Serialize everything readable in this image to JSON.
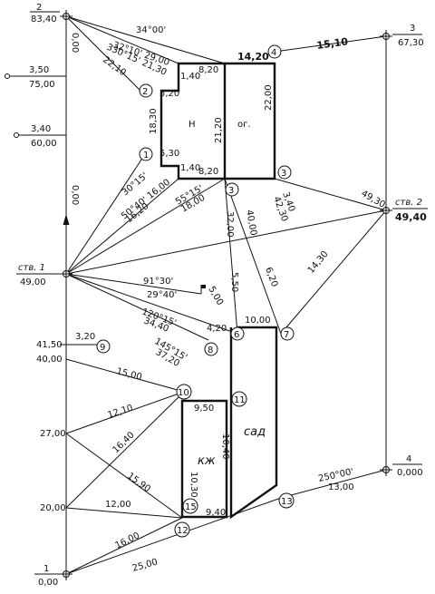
{
  "stations": {
    "s2": {
      "num": "2",
      "val": "83,40"
    },
    "s3": {
      "num": "3",
      "val": "67,30"
    },
    "s4": {
      "num": "4",
      "val": "0,000"
    },
    "s1": {
      "num": "1",
      "val": "0,00"
    },
    "stv1": {
      "name": "ств. 1",
      "val": "49,00"
    },
    "stv2": {
      "name": "ств. 2",
      "val": "49,40"
    }
  },
  "left_marks": [
    {
      "top": "3,50",
      "bottom": "75,00"
    },
    {
      "top": "3,40",
      "bottom": "60,00"
    }
  ],
  "ordinates": [
    "41,50",
    "40,00",
    "27,00",
    "20,00"
  ],
  "point_labels": {
    "p1": "1",
    "p2": "2",
    "p3a": "3",
    "p3b": "3",
    "p4": "4",
    "p6": "6",
    "p7": "7",
    "p8": "8",
    "p9": "9",
    "p10": "10",
    "p11": "11",
    "p12": "12",
    "p13": "13",
    "p15": "15"
  },
  "building_labels": {
    "house": "Н",
    "og": "ог.",
    "kzh": "кж",
    "sad": "сад"
  },
  "measurements": {
    "m1": "34°00'",
    "m2": "32°10' 29,00",
    "m3": "330°15' 21,30",
    "m4": "22,10",
    "m5": "0,00",
    "m6": "14,20",
    "m7": "15,10",
    "m8": "1,40",
    "m9": "8,20",
    "m10": "5,20",
    "m11": "18,30",
    "m12": "21,20",
    "m13": "22,00",
    "m14": "5,30",
    "m15": "1,40",
    "m16": "8,20",
    "m17": "30°15'",
    "m18": "50°40' 16,00",
    "m19": "16,20",
    "m20": "55°15'",
    "m21": "18,00",
    "m22": "3,40",
    "m23": "42,30",
    "m24": "49,30",
    "m25": "0,00",
    "m26": "32,00",
    "m27": "40,00",
    "m28": "5,50",
    "m29": "6,20",
    "m30": "14,30",
    "m31": "91°30'",
    "m32": "29°40'",
    "m33": "5,00",
    "m34": "120°15'",
    "m35": "34,40",
    "m36": "4,20",
    "m37": "10,00",
    "m38": "145°15'",
    "m39": "37,20",
    "m40": "3,20",
    "m41": "15,00",
    "m42": "12,10",
    "m43": "16,40",
    "m44": "9,50",
    "m45": "10,30",
    "m46": "10,40",
    "m47": "15,90",
    "m48": "12,00",
    "m49": "9,40",
    "m50": "250°00'",
    "m51": "13,00",
    "m52": "16,00",
    "m53": "25,00"
  }
}
